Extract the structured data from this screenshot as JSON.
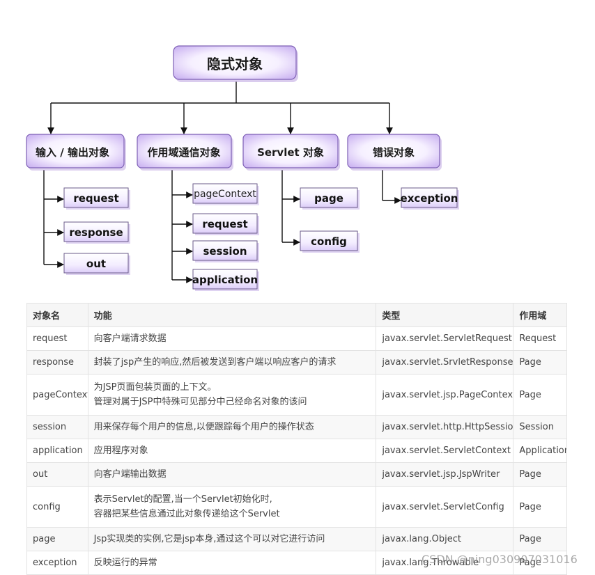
{
  "diagram": {
    "root": "隐式对象",
    "groups": [
      {
        "label": "输入 / 输出对象",
        "items": [
          "request",
          "response",
          "out"
        ]
      },
      {
        "label": "作用域通信对象",
        "items": [
          "pageContext",
          "request",
          "session",
          "application"
        ]
      },
      {
        "label": "Servlet 对象",
        "items": [
          "page",
          "config"
        ]
      },
      {
        "label": "错误对象",
        "items": [
          "exception"
        ]
      }
    ]
  },
  "table": {
    "headers": [
      "对象名",
      "功能",
      "类型",
      "作用域"
    ],
    "rows": [
      {
        "name": "request",
        "func": [
          "向客户端请求数据"
        ],
        "type": "javax.servlet.ServletRequest",
        "scope": "Request"
      },
      {
        "name": "response",
        "func": [
          "封装了jsp产生的响应,然后被发送到客户端以响应客户的请求"
        ],
        "type": "javax.servlet.SrvletResponse",
        "scope": "Page"
      },
      {
        "name": "pageContext",
        "func": [
          "为JSP页面包装页面的上下文。",
          "管理对属于JSP中特殊可见部分中己经命名对象的该问"
        ],
        "type": "javax.servlet.jsp.PageContext",
        "scope": "Page"
      },
      {
        "name": "session",
        "func": [
          "用来保存每个用户的信息,以便跟踪每个用户的操作状态"
        ],
        "type": "javax.servlet.http.HttpSession",
        "scope": "Session"
      },
      {
        "name": "application",
        "func": [
          "应用程序对象"
        ],
        "type": "javax.servlet.ServletContext",
        "scope": "Application"
      },
      {
        "name": "out",
        "func": [
          "向客户端输出数据"
        ],
        "type": "javax.servlet.jsp.JspWriter",
        "scope": "Page"
      },
      {
        "name": "config",
        "func": [
          "表示Servlet的配置,当一个Servlet初始化时,",
          "容器把某些信息通过此对象传递给这个Servlet"
        ],
        "type": "javax.servlet.ServletConfig",
        "scope": "Page"
      },
      {
        "name": "page",
        "func": [
          "Jsp实现类的实例,它是jsp本身,通过这个可以对它进行访问"
        ],
        "type": "javax.lang.Object",
        "scope": "Page"
      },
      {
        "name": "exception",
        "func": [
          "反映运行的异常"
        ],
        "type": "javax.lang.Throwable",
        "scope": "Page"
      }
    ]
  },
  "watermark": "CSDN @ning030907031016"
}
